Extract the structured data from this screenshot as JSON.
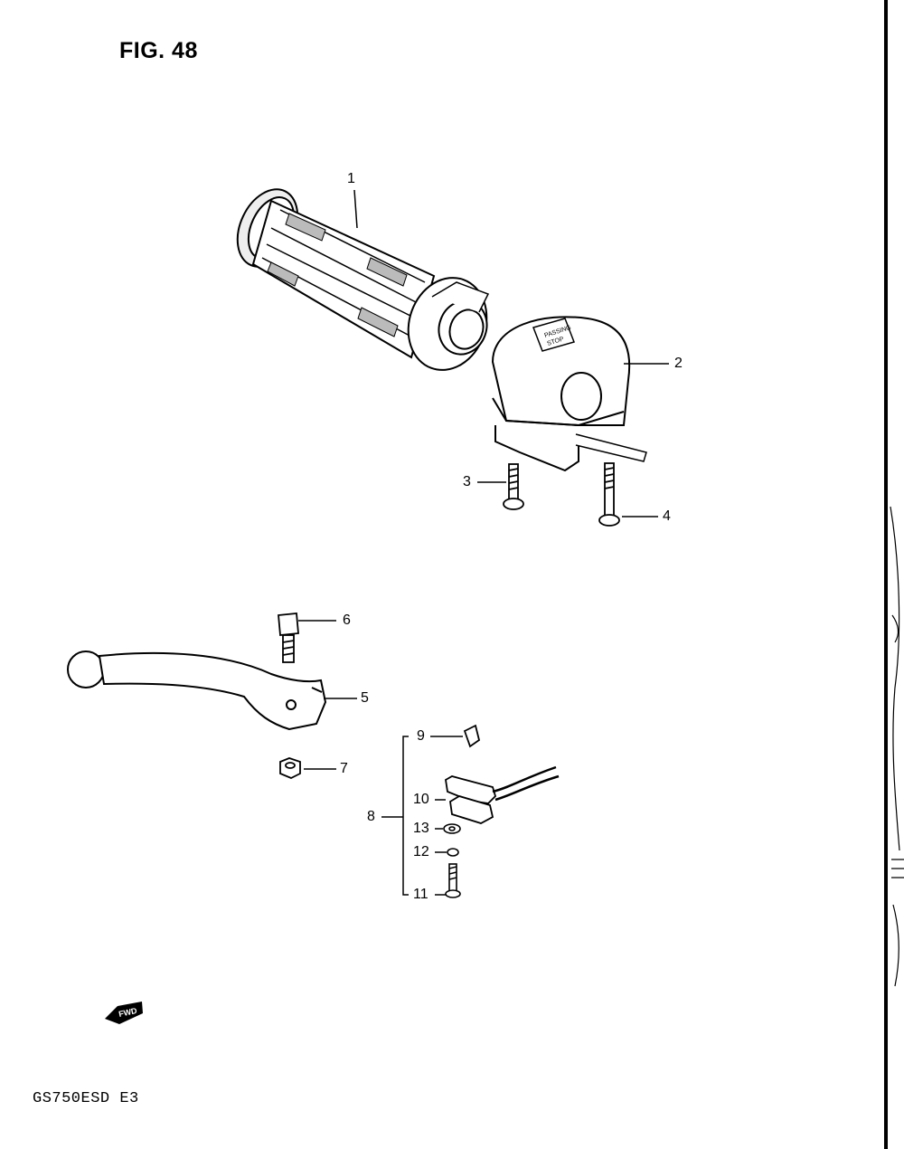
{
  "figure": {
    "title": "FIG. 48"
  },
  "model_code": "GS750ESD E3",
  "fwd_badge": {
    "label": "FWD"
  },
  "callouts": [
    {
      "number": "1",
      "part": "handlebar-grip"
    },
    {
      "number": "2",
      "part": "handlebar-switch-box"
    },
    {
      "number": "3",
      "part": "switch-screw-short"
    },
    {
      "number": "4",
      "part": "switch-screw-long"
    },
    {
      "number": "5",
      "part": "clutch-lever"
    },
    {
      "number": "6",
      "part": "lever-pivot-bolt"
    },
    {
      "number": "7",
      "part": "lever-nut"
    },
    {
      "number": "8",
      "part": "clutch-switch-assembly"
    },
    {
      "number": "9",
      "part": "switch-plunger"
    },
    {
      "number": "10",
      "part": "switch-body"
    },
    {
      "number": "11",
      "part": "switch-screw"
    },
    {
      "number": "12",
      "part": "lock-washer"
    },
    {
      "number": "13",
      "part": "washer"
    }
  ],
  "switch_labels": {
    "line1": "PASSING",
    "line2": "STOP"
  }
}
